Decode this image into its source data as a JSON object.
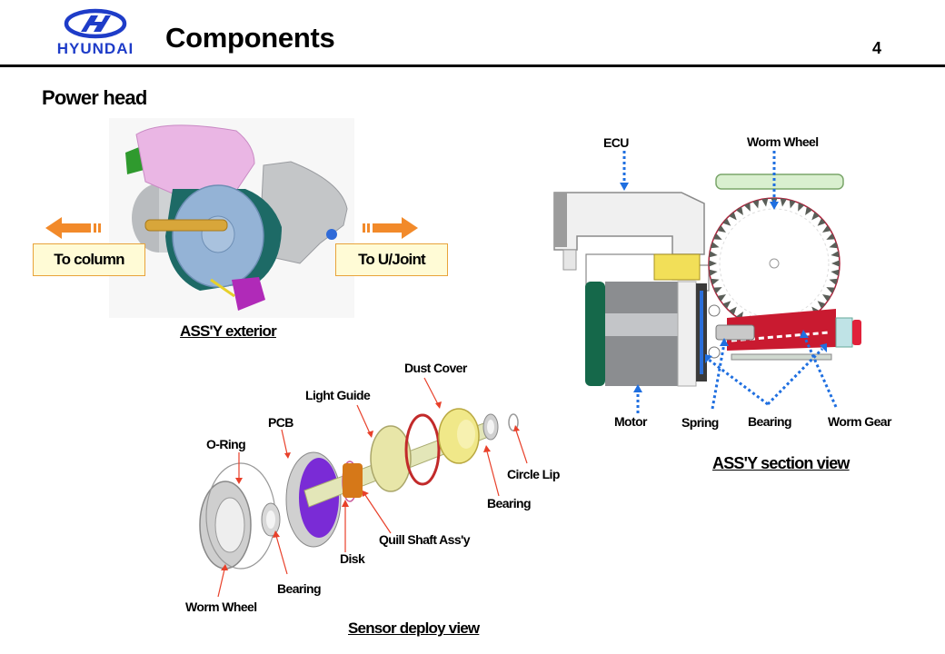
{
  "header": {
    "brand": "HYUNDAI",
    "title": "Components",
    "page_number": "4"
  },
  "section_heading": "Power head",
  "exterior": {
    "caption": "ASS'Y exterior",
    "callout_left": "To column",
    "callout_right": "To U/Joint",
    "arrow_color": "#f28a2a"
  },
  "section_view": {
    "caption": "ASS'Y section view",
    "labels": {
      "ecu": "ECU",
      "worm_wheel": "Worm Wheel",
      "motor": "Motor",
      "spring": "Spring",
      "bearing": "Bearing",
      "worm_gear": "Worm Gear"
    },
    "leader_color": "#1f6fe0"
  },
  "sensor_view": {
    "caption": "Sensor deploy view",
    "labels": {
      "dust_cover": "Dust Cover",
      "light_guide": "Light Guide",
      "pcb": "PCB",
      "o_ring": "O-Ring",
      "circle_lip": "Circle Lip",
      "bearing_right": "Bearing",
      "quill_shaft": "Quill  Shaft Ass'y",
      "disk": "Disk",
      "bearing_left": "Bearing",
      "worm_wheel": "Worm Wheel"
    },
    "leader_color": "#e8402a"
  },
  "colors": {
    "brand_blue": "#1e3cc8",
    "callout_fill": "#fffbd6",
    "callout_border": "#e8a33a"
  }
}
